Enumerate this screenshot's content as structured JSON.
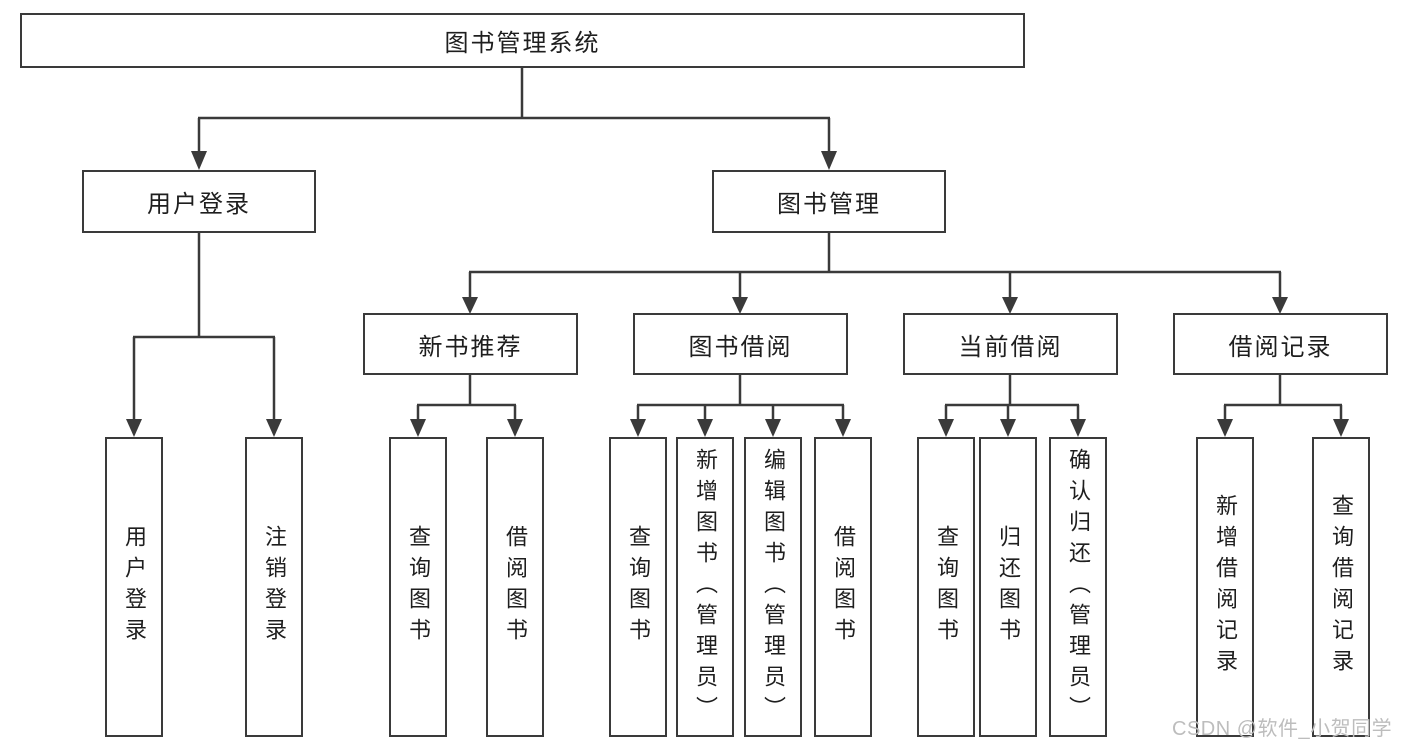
{
  "tree": {
    "root": {
      "label": "图书管理系统"
    },
    "branches": [
      {
        "label": "用户登录",
        "children": [
          {
            "label": "用户登录"
          },
          {
            "label": "注销登录"
          }
        ]
      },
      {
        "label": "图书管理",
        "sections": [
          {
            "label": "新书推荐",
            "children": [
              {
                "label": "查询图书"
              },
              {
                "label": "借阅图书"
              }
            ]
          },
          {
            "label": "图书借阅",
            "children": [
              {
                "label": "查询图书"
              },
              {
                "label": "新增图书（管理员）"
              },
              {
                "label": "编辑图书（管理员）"
              },
              {
                "label": "借阅图书"
              }
            ]
          },
          {
            "label": "当前借阅",
            "children": [
              {
                "label": "查询图书"
              },
              {
                "label": "归还图书"
              },
              {
                "label": "确认归还（管理员）"
              }
            ]
          },
          {
            "label": "借阅记录",
            "children": [
              {
                "label": "新增借阅记录"
              },
              {
                "label": "查询借阅记录"
              }
            ]
          }
        ]
      }
    ]
  },
  "watermark": {
    "text": "CSDN @软件_小贺同学"
  },
  "colors": {
    "line": "#3a3a3a",
    "text": "#1e1e1e",
    "watermark": "#bdbdbd",
    "background": "#ffffff"
  }
}
